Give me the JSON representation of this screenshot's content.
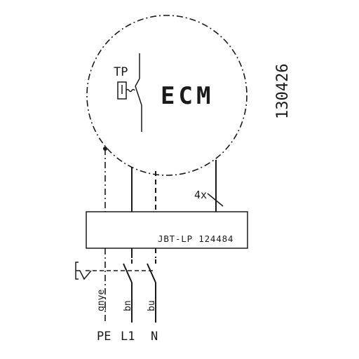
{
  "motor": {
    "label": "ECM",
    "thermal_protector_label": "TP"
  },
  "drawing_number": "130426",
  "terminal_box": {
    "label": "JBT-LP 124484"
  },
  "cable_count": "4x",
  "wires": [
    {
      "color_code": "gnye",
      "terminal": "PE"
    },
    {
      "color_code": "bn",
      "terminal": "L1"
    },
    {
      "color_code": "bu",
      "terminal": "N"
    }
  ]
}
